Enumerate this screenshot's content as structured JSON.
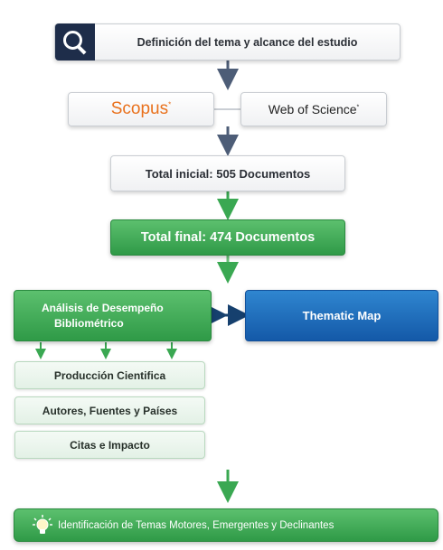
{
  "step_scope": {
    "label": "Definición del tema y alcance del estudio",
    "icon": "search-icon"
  },
  "databases": {
    "scopus": "Scopus",
    "scopus_mark": "*",
    "wos": "Web of Science",
    "wos_mark": "*"
  },
  "total_initial": {
    "label": "Total inicial: 505 Documentos"
  },
  "total_final": {
    "label": "Total final: 474 Documentos"
  },
  "performance": {
    "label_line1": "Análisis de Desempeño",
    "label_line2": "Bibliométrico"
  },
  "thematic_map": {
    "label": "Thematic Map"
  },
  "sub_items": [
    "Producción Cientifica",
    "Autores, Fuentes y Países",
    "Citas e Impacto"
  ],
  "final_step": {
    "label": "Identificación de Temas Motores, Emergentes y Declinantes",
    "icon": "lightbulb-icon"
  },
  "colors": {
    "green": "#3aa852",
    "blue": "#1c66b5",
    "navy": "#1e2d4a",
    "scopus_orange": "#e9711c",
    "arrow_slate": "#4d5d77"
  }
}
